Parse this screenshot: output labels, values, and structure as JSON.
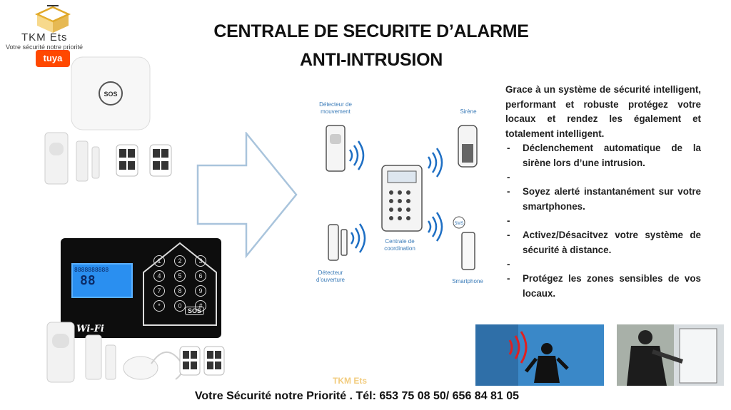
{
  "brand": {
    "name": "TKM  Ets",
    "tagline": "Votre sécurité  notre priorité",
    "partner_logo": "tuya"
  },
  "title": {
    "line1": "CENTRALE DE SECURITE D’ALARME",
    "line2": "ANTI-INTRUSION"
  },
  "diagram": {
    "labels": {
      "motion": "Détecteur de mouvement",
      "siren": "Sirène",
      "hub": "Centrale de coordination",
      "door": "Détecteur d’ouverture",
      "phone": "Smartphone",
      "sms": "SMS"
    }
  },
  "panel": {
    "lcd_text": "88",
    "lcd_sub": "8888888888",
    "brand": "Wi-Fi",
    "sos": "SOS",
    "keys": [
      "1",
      "2",
      "3",
      "4",
      "5",
      "6",
      "7",
      "8",
      "9",
      "*",
      "0",
      "#"
    ]
  },
  "description": {
    "intro": "Grace à un système de sécurité intelligent, performant et robuste protégez votre locaux et rendez les également et totalement  intelligent.",
    "bullets": [
      "Déclenchement automatique de la sirène lors d’une intrusion.",
      "Soyez alerté instantanément sur votre smartphones.",
      "Activez/Désacitvez votre système de sécurité à distance.",
      "Protégez les zones sensibles de vos locaux."
    ]
  },
  "footer": {
    "brand": "TKM Ets",
    "text": "Votre Sécurité notre Priorité . Tél: 653 75 08 50/ 656 84 81 05"
  },
  "colors": {
    "accent_blue": "#1e6fc4",
    "tuya_orange": "#ff4800",
    "logo_gold": "#e0a828",
    "panel_black": "#0d0d0d",
    "lcd_blue": "#2a8ff0"
  }
}
